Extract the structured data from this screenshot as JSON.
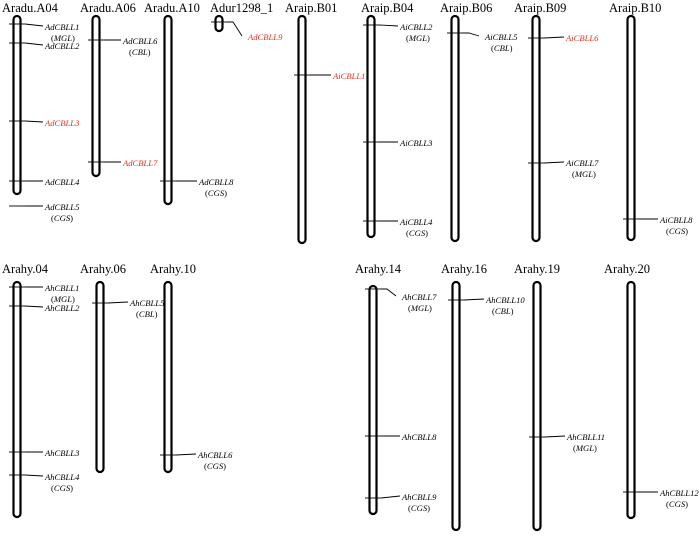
{
  "colors": {
    "text": "#000000",
    "highlight": "#e0321e"
  },
  "chromosomes": [
    {
      "name": "Aradu.A04",
      "genes": [
        {
          "name": "AdCBLL1",
          "sub": "MGL",
          "red": false
        },
        {
          "name": "AdCBLL2",
          "sub": "",
          "red": false
        },
        {
          "name": "AdCBLL3",
          "sub": "",
          "red": true
        },
        {
          "name": "AdCBLL4",
          "sub": "",
          "red": false
        },
        {
          "name": "AdCBLL5",
          "sub": "CGS",
          "red": false
        }
      ]
    },
    {
      "name": "Aradu.A06",
      "genes": [
        {
          "name": "AdCBLL6",
          "sub": "CBL",
          "red": false
        },
        {
          "name": "AdCBLL7",
          "sub": "",
          "red": true
        }
      ]
    },
    {
      "name": "Aradu.A10",
      "genes": [
        {
          "name": "AdCBLL8",
          "sub": "CGS",
          "red": false
        }
      ]
    },
    {
      "name": "Adur1298_1",
      "genes": [
        {
          "name": "AdCBLL9",
          "sub": "",
          "red": true
        }
      ]
    },
    {
      "name": "Araip.B01",
      "genes": [
        {
          "name": "AiCBLL1",
          "sub": "",
          "red": true
        }
      ]
    },
    {
      "name": "Araip.B04",
      "genes": [
        {
          "name": "AiCBLL2",
          "sub": "MGL",
          "red": false
        },
        {
          "name": "AiCBLL3",
          "sub": "",
          "red": false
        },
        {
          "name": "AiCBLL4",
          "sub": "CGS",
          "red": false
        }
      ]
    },
    {
      "name": "Araip.B06",
      "genes": [
        {
          "name": "AiCBLL5",
          "sub": "CBL",
          "red": false
        }
      ]
    },
    {
      "name": "Araip.B09",
      "genes": [
        {
          "name": "AiCBLL6",
          "sub": "",
          "red": true
        },
        {
          "name": "AiCBLL7",
          "sub": "MGL",
          "red": false
        }
      ]
    },
    {
      "name": "Araip.B10",
      "genes": [
        {
          "name": "AiCBLL8",
          "sub": "CGS",
          "red": false
        }
      ]
    },
    {
      "name": "Arahy.04",
      "genes": [
        {
          "name": "AhCBLL1",
          "sub": "MGL",
          "red": false
        },
        {
          "name": "AhCBLL2",
          "sub": "",
          "red": false
        },
        {
          "name": "AhCBLL3",
          "sub": "",
          "red": false
        },
        {
          "name": "AhCBLL4",
          "sub": "CGS",
          "red": false
        }
      ]
    },
    {
      "name": "Arahy.06",
      "genes": [
        {
          "name": "AhCBLL5",
          "sub": "CBL",
          "red": false
        }
      ]
    },
    {
      "name": "Arahy.10",
      "genes": [
        {
          "name": "AhCBLL6",
          "sub": "CGS",
          "red": false
        }
      ]
    },
    {
      "name": "Arahy.14",
      "genes": [
        {
          "name": "AhCBLL7",
          "sub": "MGL",
          "red": false
        },
        {
          "name": "AhCBLL8",
          "sub": "",
          "red": false
        },
        {
          "name": "AhCBLL9",
          "sub": "CGS",
          "red": false
        }
      ]
    },
    {
      "name": "Arahy.16",
      "genes": [
        {
          "name": "AhCBLL10",
          "sub": "CBL",
          "red": false
        }
      ]
    },
    {
      "name": "Arahy.19",
      "genes": [
        {
          "name": "AhCBLL11",
          "sub": "MGL",
          "red": false
        }
      ]
    },
    {
      "name": "Arahy.20",
      "genes": [
        {
          "name": "AhCBLL12",
          "sub": "CGS",
          "red": false
        }
      ]
    }
  ]
}
